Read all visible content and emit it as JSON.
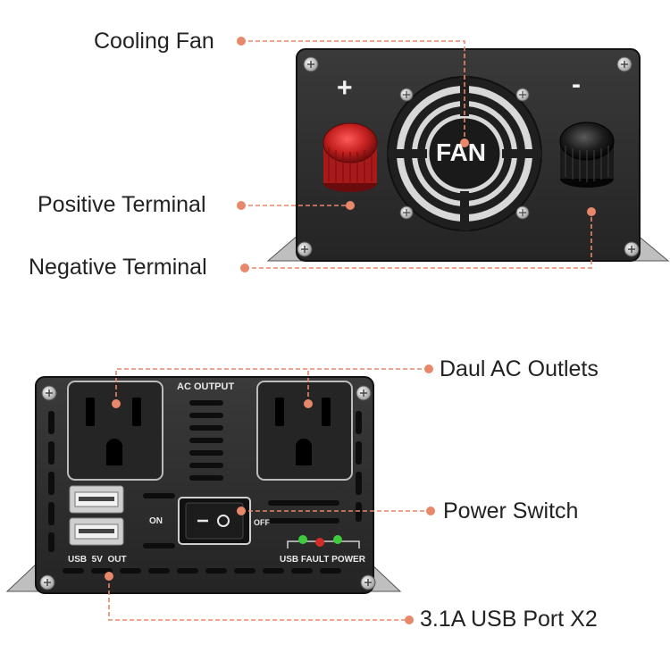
{
  "callouts": {
    "cooling_fan": "Cooling Fan",
    "positive_terminal": "Positive Terminal",
    "negative_terminal": "Negative Terminal",
    "ac_outlets": "Daul AC Outlets",
    "power_switch": "Power Switch",
    "usb_ports": "3.1A USB Port X2"
  },
  "top_panel": {
    "plus_sign": "+",
    "minus_sign": "-",
    "fan_text": "FAN"
  },
  "bottom_panel": {
    "ac_output": "AC OUTPUT",
    "on_label": "ON",
    "off_label": "OFF",
    "usb_label": "USB  5V  OUT",
    "indicator_labels": "USB FAULT POWER"
  },
  "colors": {
    "callout_line": "#e8876a",
    "panel": "#2a2a2a",
    "positive_knob": "#c41f1f",
    "negative_knob": "#1c1c1c",
    "led_green": "#3ecb3e",
    "led_red": "#d42a2a"
  }
}
